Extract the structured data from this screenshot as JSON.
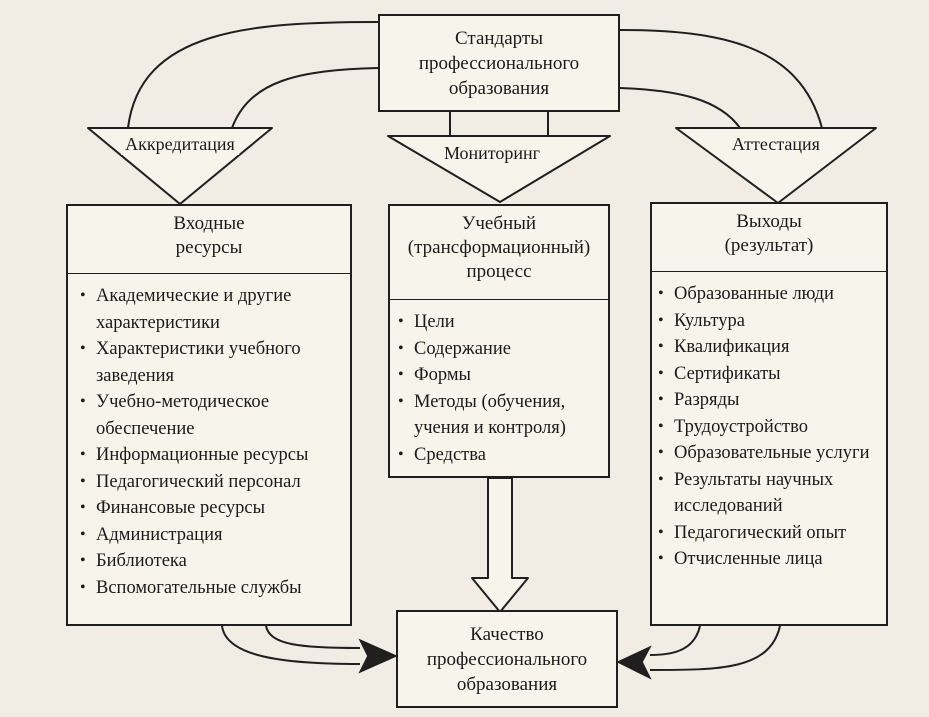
{
  "top_box": {
    "lines": [
      "Стандарты",
      "профессионального",
      "образования"
    ]
  },
  "arrows": {
    "left_label": "Аккредитация",
    "center_label": "Мониторинг",
    "right_label": "Аттестация"
  },
  "inputs": {
    "title": [
      "Входные",
      "ресурсы"
    ],
    "items": [
      "Академические и другие характеристики",
      "Характеристики учебного заведения",
      "Учебно-методическое обеспечение",
      "Информационные ресурсы",
      "Педагогический персонал",
      "Финансовые ресурсы",
      "Администрация",
      "Библиотека",
      "Вспомогательные службы"
    ]
  },
  "process": {
    "title": [
      "Учебный",
      "(трансформационный)",
      "процесс"
    ],
    "items": [
      "Цели",
      "Содержание",
      "Формы",
      "Методы (обучения, учения и контроля)",
      "Средства"
    ]
  },
  "outputs": {
    "title": [
      "Выходы",
      "(результат)"
    ],
    "items": [
      "Образованные люди",
      "Культура",
      "Квалификация",
      "Сертификаты",
      "Разряды",
      "Трудоустройство",
      "Образовательные услуги",
      "Результаты научных исследований",
      "Педагогический опыт",
      "Отчисленные лица"
    ]
  },
  "bottom_box": {
    "lines": [
      "Качество",
      "профессионального",
      "образования"
    ]
  }
}
